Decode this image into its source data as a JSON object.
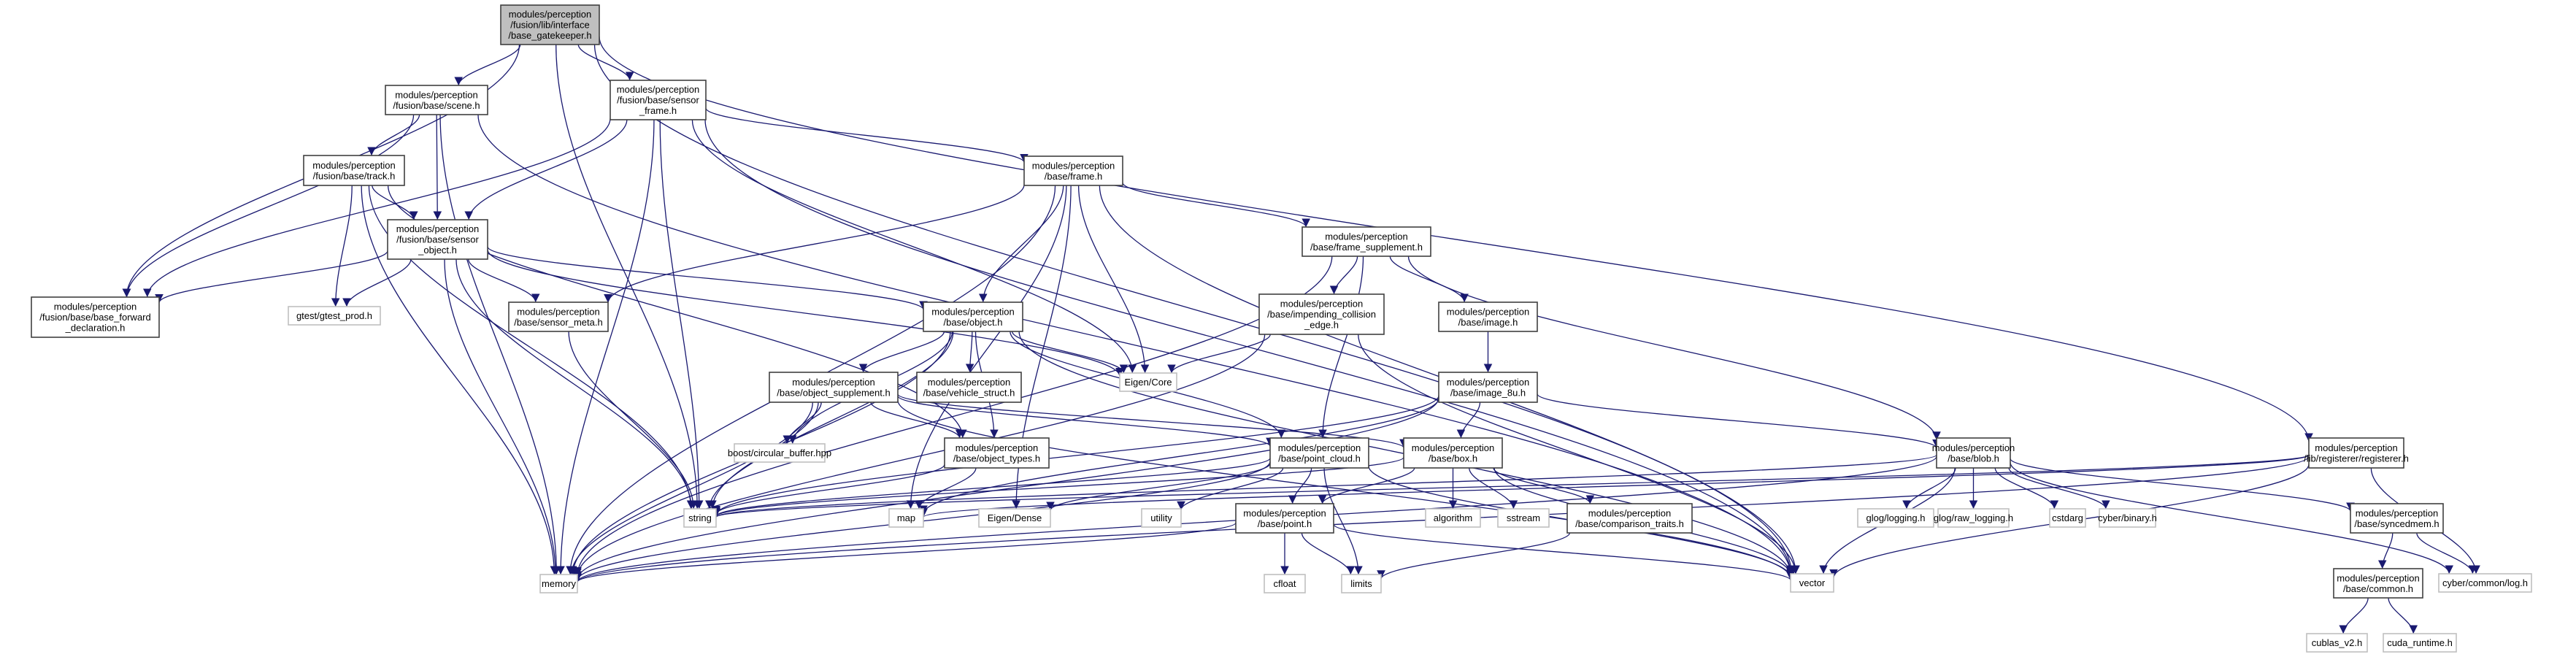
{
  "title": "Include dependency graph for base_gatekeeper.h",
  "colors": {
    "edge": "#191970",
    "root_fill": "#bfbfbf",
    "project_border": "#404040",
    "external_border": "#bfbfbf",
    "fill": "#ffffff"
  },
  "nodes": [
    {
      "id": "gatekeeper",
      "kind": "root",
      "lines": [
        "modules/perception",
        "/fusion/lib/interface",
        "/base_gatekeeper.h"
      ]
    },
    {
      "id": "scene",
      "kind": "project",
      "lines": [
        "modules/perception",
        "/fusion/base/scene.h"
      ]
    },
    {
      "id": "sensor_frame",
      "kind": "project",
      "lines": [
        "modules/perception",
        "/fusion/base/sensor",
        "_frame.h"
      ]
    },
    {
      "id": "track",
      "kind": "project",
      "lines": [
        "modules/perception",
        "/fusion/base/track.h"
      ]
    },
    {
      "id": "sensor_object",
      "kind": "project",
      "lines": [
        "modules/perception",
        "/fusion/base/sensor",
        "_object.h"
      ]
    },
    {
      "id": "base_forward",
      "kind": "project",
      "lines": [
        "modules/perception",
        "/fusion/base/base_forward",
        "_declaration.h"
      ]
    },
    {
      "id": "gtest_prod",
      "kind": "external",
      "lines": [
        "gtest/gtest_prod.h"
      ]
    },
    {
      "id": "frame",
      "kind": "project",
      "lines": [
        "modules/perception",
        "/base/frame.h"
      ]
    },
    {
      "id": "sensor_meta",
      "kind": "project",
      "lines": [
        "modules/perception",
        "/base/sensor_meta.h"
      ]
    },
    {
      "id": "object",
      "kind": "project",
      "lines": [
        "modules/perception",
        "/base/object.h"
      ]
    },
    {
      "id": "object_supplement",
      "kind": "project",
      "lines": [
        "modules/perception",
        "/base/object_supplement.h"
      ]
    },
    {
      "id": "vehicle_struct",
      "kind": "project",
      "lines": [
        "modules/perception",
        "/base/vehicle_struct.h"
      ]
    },
    {
      "id": "eigen_core",
      "kind": "external",
      "lines": [
        "Eigen/Core"
      ]
    },
    {
      "id": "frame_supplement",
      "kind": "project",
      "lines": [
        "modules/perception",
        "/base/frame_supplement.h"
      ]
    },
    {
      "id": "impending",
      "kind": "project",
      "lines": [
        "modules/perception",
        "/base/impending_collision",
        "_edge.h"
      ]
    },
    {
      "id": "image",
      "kind": "project",
      "lines": [
        "modules/perception",
        "/base/image.h"
      ]
    },
    {
      "id": "image_8u",
      "kind": "project",
      "lines": [
        "modules/perception",
        "/base/image_8u.h"
      ]
    },
    {
      "id": "boost_cb",
      "kind": "external",
      "lines": [
        "boost/circular_buffer.hpp"
      ]
    },
    {
      "id": "object_types",
      "kind": "project",
      "lines": [
        "modules/perception",
        "/base/object_types.h"
      ]
    },
    {
      "id": "point_cloud",
      "kind": "project",
      "lines": [
        "modules/perception",
        "/base/point_cloud.h"
      ]
    },
    {
      "id": "box",
      "kind": "project",
      "lines": [
        "modules/perception",
        "/base/box.h"
      ]
    },
    {
      "id": "blob",
      "kind": "project",
      "lines": [
        "modules/perception",
        "/base/blob.h"
      ]
    },
    {
      "id": "registerer",
      "kind": "project",
      "lines": [
        "modules/perception",
        "/lib/registerer/registerer.h"
      ]
    },
    {
      "id": "string",
      "kind": "external",
      "lines": [
        "string"
      ]
    },
    {
      "id": "map",
      "kind": "external",
      "lines": [
        "map"
      ]
    },
    {
      "id": "eigen_dense",
      "kind": "external",
      "lines": [
        "Eigen/Dense"
      ]
    },
    {
      "id": "utility",
      "kind": "external",
      "lines": [
        "utility"
      ]
    },
    {
      "id": "point",
      "kind": "project",
      "lines": [
        "modules/perception",
        "/base/point.h"
      ]
    },
    {
      "id": "algorithm",
      "kind": "external",
      "lines": [
        "algorithm"
      ]
    },
    {
      "id": "sstream",
      "kind": "external",
      "lines": [
        "sstream"
      ]
    },
    {
      "id": "comparison_traits",
      "kind": "project",
      "lines": [
        "modules/perception",
        "/base/comparison_traits.h"
      ]
    },
    {
      "id": "glog_logging",
      "kind": "external",
      "lines": [
        "glog/logging.h"
      ]
    },
    {
      "id": "glog_raw",
      "kind": "external",
      "lines": [
        "glog/raw_logging.h"
      ]
    },
    {
      "id": "cstdarg",
      "kind": "external",
      "lines": [
        "cstdarg"
      ]
    },
    {
      "id": "cyber_binary",
      "kind": "external",
      "lines": [
        "cyber/binary.h"
      ]
    },
    {
      "id": "syncedmem",
      "kind": "project",
      "lines": [
        "modules/perception",
        "/base/syncedmem.h"
      ]
    },
    {
      "id": "common",
      "kind": "project",
      "lines": [
        "modules/perception",
        "/base/common.h"
      ]
    },
    {
      "id": "cyber_log",
      "kind": "external",
      "lines": [
        "cyber/common/log.h"
      ]
    },
    {
      "id": "memory",
      "kind": "external",
      "lines": [
        "memory"
      ]
    },
    {
      "id": "cfloat",
      "kind": "external",
      "lines": [
        "cfloat"
      ]
    },
    {
      "id": "limits",
      "kind": "external",
      "lines": [
        "limits"
      ]
    },
    {
      "id": "vector",
      "kind": "external",
      "lines": [
        "vector"
      ]
    },
    {
      "id": "cublas",
      "kind": "external",
      "lines": [
        "cublas_v2.h"
      ]
    },
    {
      "id": "cuda_runtime",
      "kind": "external",
      "lines": [
        "cuda_runtime.h"
      ]
    }
  ],
  "edges": [
    [
      "gatekeeper",
      "scene"
    ],
    [
      "gatekeeper",
      "sensor_frame"
    ],
    [
      "gatekeeper",
      "base_forward"
    ],
    [
      "gatekeeper",
      "string"
    ],
    [
      "gatekeeper",
      "registerer"
    ],
    [
      "gatekeeper",
      "vector"
    ],
    [
      "scene",
      "track"
    ],
    [
      "scene",
      "sensor_object"
    ],
    [
      "scene",
      "base_forward"
    ],
    [
      "scene",
      "memory"
    ],
    [
      "scene",
      "vector"
    ],
    [
      "sensor_frame",
      "frame"
    ],
    [
      "sensor_frame",
      "sensor_object"
    ],
    [
      "sensor_frame",
      "base_forward"
    ],
    [
      "sensor_frame",
      "string"
    ],
    [
      "sensor_frame",
      "memory"
    ],
    [
      "sensor_frame",
      "eigen_core"
    ],
    [
      "sensor_frame",
      "vector"
    ],
    [
      "track",
      "sensor_object"
    ],
    [
      "track",
      "gtest_prod"
    ],
    [
      "track",
      "string"
    ],
    [
      "track",
      "memory"
    ],
    [
      "track",
      "object_types"
    ],
    [
      "sensor_object",
      "base_forward"
    ],
    [
      "sensor_object",
      "gtest_prod"
    ],
    [
      "sensor_object",
      "sensor_meta"
    ],
    [
      "sensor_object",
      "object"
    ],
    [
      "sensor_object",
      "eigen_core"
    ],
    [
      "sensor_object",
      "string"
    ],
    [
      "sensor_object",
      "memory"
    ],
    [
      "frame",
      "sensor_meta"
    ],
    [
      "frame",
      "object"
    ],
    [
      "frame",
      "frame_supplement"
    ],
    [
      "frame",
      "memory"
    ],
    [
      "frame",
      "eigen_dense"
    ],
    [
      "frame",
      "map"
    ],
    [
      "frame",
      "vector"
    ],
    [
      "frame",
      "eigen_core"
    ],
    [
      "sensor_meta",
      "string"
    ],
    [
      "object",
      "object_supplement"
    ],
    [
      "object",
      "vehicle_struct"
    ],
    [
      "object",
      "eigen_core"
    ],
    [
      "object",
      "boost_cb"
    ],
    [
      "object",
      "object_types"
    ],
    [
      "object",
      "point_cloud"
    ],
    [
      "object",
      "string"
    ],
    [
      "object",
      "memory"
    ],
    [
      "object",
      "vector"
    ],
    [
      "object_supplement",
      "boost_cb"
    ],
    [
      "object_supplement",
      "object_types"
    ],
    [
      "object_supplement",
      "point_cloud"
    ],
    [
      "object_supplement",
      "box"
    ],
    [
      "object_supplement",
      "string"
    ],
    [
      "object_supplement",
      "memory"
    ],
    [
      "object_supplement",
      "vector"
    ],
    [
      "object_types",
      "map"
    ],
    [
      "object_types",
      "string"
    ],
    [
      "frame_supplement",
      "impending"
    ],
    [
      "frame_supplement",
      "image"
    ],
    [
      "frame_supplement",
      "point_cloud"
    ],
    [
      "frame_supplement",
      "blob"
    ],
    [
      "frame_supplement",
      "memory"
    ],
    [
      "impending",
      "eigen_core"
    ],
    [
      "impending",
      "memory"
    ],
    [
      "impending",
      "vector"
    ],
    [
      "image",
      "image_8u"
    ],
    [
      "image_8u",
      "box"
    ],
    [
      "image_8u",
      "blob"
    ],
    [
      "image_8u",
      "map"
    ],
    [
      "image_8u",
      "string"
    ],
    [
      "image_8u",
      "memory"
    ],
    [
      "point_cloud",
      "point"
    ],
    [
      "point_cloud",
      "limits"
    ],
    [
      "point_cloud",
      "vector"
    ],
    [
      "point_cloud",
      "memory"
    ],
    [
      "point_cloud",
      "eigen_dense"
    ],
    [
      "point_cloud",
      "utility"
    ],
    [
      "point_cloud",
      "string"
    ],
    [
      "box",
      "point"
    ],
    [
      "box",
      "algorithm"
    ],
    [
      "box",
      "sstream"
    ],
    [
      "box",
      "comparison_traits"
    ],
    [
      "box",
      "string"
    ],
    [
      "box",
      "vector"
    ],
    [
      "point",
      "cfloat"
    ],
    [
      "point",
      "limits"
    ],
    [
      "point",
      "vector"
    ],
    [
      "point",
      "memory"
    ],
    [
      "comparison_traits",
      "limits"
    ],
    [
      "blob",
      "glog_logging"
    ],
    [
      "blob",
      "glog_raw"
    ],
    [
      "blob",
      "cstdarg"
    ],
    [
      "blob",
      "cyber_binary"
    ],
    [
      "blob",
      "syncedmem"
    ],
    [
      "blob",
      "cyber_log"
    ],
    [
      "blob",
      "vector"
    ],
    [
      "blob",
      "memory"
    ],
    [
      "blob",
      "string"
    ],
    [
      "registerer",
      "cyber_log"
    ],
    [
      "registerer",
      "map"
    ],
    [
      "registerer",
      "string"
    ],
    [
      "registerer",
      "vector"
    ],
    [
      "registerer",
      "memory"
    ],
    [
      "syncedmem",
      "common"
    ],
    [
      "syncedmem",
      "cyber_log"
    ],
    [
      "common",
      "cublas"
    ],
    [
      "common",
      "cuda_runtime"
    ]
  ]
}
